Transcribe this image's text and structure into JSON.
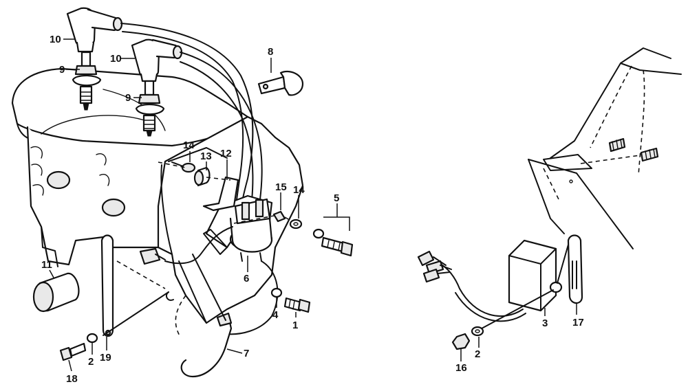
{
  "callouts": [
    {
      "id": "c10a",
      "label": "10"
    },
    {
      "id": "c9a",
      "label": "9"
    },
    {
      "id": "c10b",
      "label": "10"
    },
    {
      "id": "c9b",
      "label": "9"
    },
    {
      "id": "c8",
      "label": "8"
    },
    {
      "id": "c14a",
      "label": "14"
    },
    {
      "id": "c13",
      "label": "13"
    },
    {
      "id": "c12",
      "label": "12"
    },
    {
      "id": "c15",
      "label": "15"
    },
    {
      "id": "c14b",
      "label": "14"
    },
    {
      "id": "c5",
      "label": "5"
    },
    {
      "id": "c11",
      "label": "11"
    },
    {
      "id": "c6",
      "label": "6"
    },
    {
      "id": "c4",
      "label": "4"
    },
    {
      "id": "c1",
      "label": "1"
    },
    {
      "id": "c7",
      "label": "7"
    },
    {
      "id": "c2a",
      "label": "2"
    },
    {
      "id": "c19",
      "label": "19"
    },
    {
      "id": "c18",
      "label": "18"
    },
    {
      "id": "c3",
      "label": "3"
    },
    {
      "id": "c17",
      "label": "17"
    },
    {
      "id": "c16",
      "label": "16"
    },
    {
      "id": "c2b",
      "label": "2"
    }
  ]
}
